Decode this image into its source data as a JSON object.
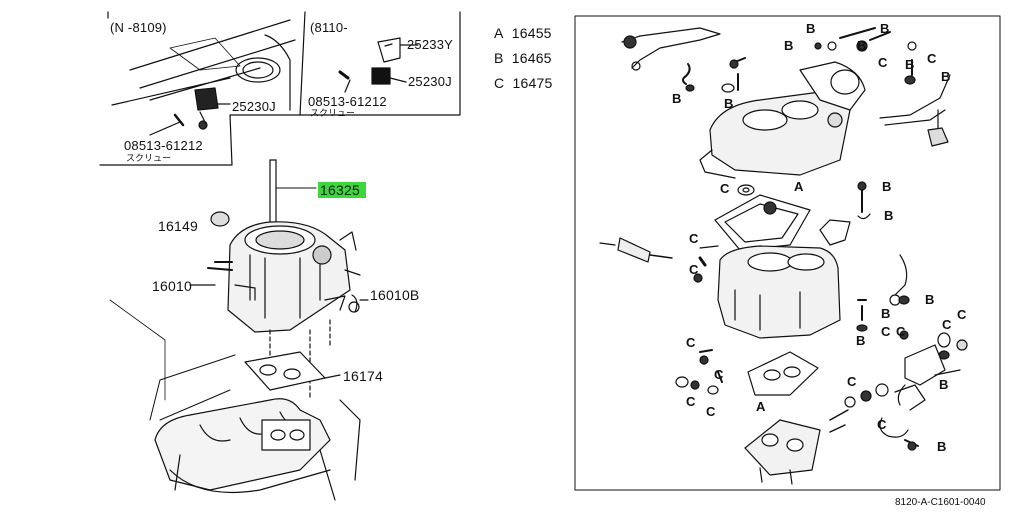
{
  "inset_left": {
    "model_range": "(N -8109)",
    "part_a": "25230J",
    "part_b": "08513-61212",
    "screw_label": "スクリュー"
  },
  "inset_right": {
    "model_range": "(8110-",
    "part_a": "25233Y",
    "part_b": "25230J",
    "part_c": "08513-61212",
    "screw_label": "スクリュー"
  },
  "main_parts": {
    "p16325": "16325",
    "p16149": "16149",
    "p16010": "16010",
    "p16010b": "16010B",
    "p16174": "16174"
  },
  "legend": [
    {
      "letter": "A",
      "part": "16455"
    },
    {
      "letter": "B",
      "part": "16465"
    },
    {
      "letter": "C",
      "part": "16475"
    }
  ],
  "kit_letters": {
    "a": "A",
    "b": "B",
    "c": "C"
  },
  "highlight_color": "#3bd83b",
  "footer_code": "8120-A-C1601-0040"
}
